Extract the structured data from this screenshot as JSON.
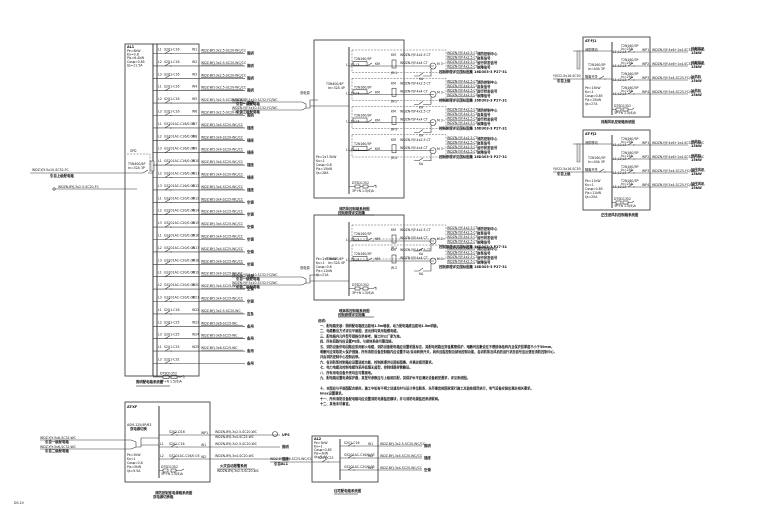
{
  "drawing": {
    "sheet_label": "DS-10",
    "background": "#ffffff",
    "line_color": "#333333"
  },
  "panel_main": {
    "name": "AL1",
    "specs": [
      "Pe=8kW",
      "Kx=0.8",
      "Pjs=6.4kW",
      "Cosφ=0.85",
      "Ijs=11.5A"
    ],
    "incoming": [
      "WDZ-YJY-5x10-SC32-FC",
      "引自上级配电箱"
    ],
    "incoming2": "WDZN-BYJ-3x2.5-SC20-FC",
    "main_breaker": "T5N400/4P",
    "main_breaker_rating": "In=32A 3P",
    "spd": "SPD",
    "title": "照明配电箱系统图",
    "circuits": [
      {
        "phase": "L1",
        "breaker": "S201-C16",
        "id": "W1",
        "cable": "WDZ-BYJ-3x2.5-SC20-WC/CC",
        "use": "照明"
      },
      {
        "phase": "L2",
        "breaker": "S201-C16",
        "id": "W2",
        "cable": "WDZ-BYJ-3x2.5-SC20-WC/CC",
        "use": "照明"
      },
      {
        "phase": "L3",
        "breaker": "S201-C16",
        "id": "W3",
        "cable": "WDZ-BYJ-3x2.5-SC20-WC/CC",
        "use": "照明"
      },
      {
        "phase": "L1",
        "breaker": "S201-C16",
        "id": "W4",
        "cable": "WDZ-BYJ-3x2.5-SC20-WC/CC",
        "use": "照明"
      },
      {
        "phase": "L2",
        "breaker": "S201-C16",
        "id": "W5",
        "cable": "WDZ-BYJ-3x2.5-SC20-WC/CC",
        "use": "照明"
      },
      {
        "phase": "L3",
        "breaker": "S201-C16",
        "id": "W6",
        "cable": "WDZ-BYJ-3x2.5-SC20-WC/CC",
        "use": "照明"
      },
      {
        "phase": "L1",
        "breaker": "GS201AC-C16/0.03",
        "id": "W7",
        "cable": "WDZ-BYJ-3x4-SC20-WC/CC",
        "use": "插座"
      },
      {
        "phase": "L2",
        "breaker": "GS201AC-C16/0.03",
        "id": "W8",
        "cable": "WDZ-BYJ-3x4-SC20-WC/CC",
        "use": "插座"
      },
      {
        "phase": "L3",
        "breaker": "GS201AC-C16/0.03",
        "id": "W9",
        "cable": "WDZ-BYJ-3x4-SC20-WC/CC",
        "use": "插座"
      },
      {
        "phase": "L1",
        "breaker": "GS201AC-C16/0.03",
        "id": "W10",
        "cable": "WDZ-BYJ-3x4-SC20-WC/CC",
        "use": "插座"
      },
      {
        "phase": "L2",
        "breaker": "GS201AC-C16/0.03",
        "id": "W11",
        "cable": "WDZ-BYJ-3x4-SC20-WC/CC",
        "use": "插座"
      },
      {
        "phase": "L3",
        "breaker": "GS201AC-C16/0.03",
        "id": "W12",
        "cable": "WDZ-BYJ-3x4-SC20-WC/CC",
        "use": "插座"
      },
      {
        "phase": "L1",
        "breaker": "GS201AC-C20/0.03",
        "id": "W13",
        "cable": "WDZ-BYJ-3x4-SC25-WC/CC",
        "use": "空调"
      },
      {
        "phase": "L2",
        "breaker": "GS201AC-C20/0.03",
        "id": "W14",
        "cable": "WDZ-BYJ-3x4-SC25-WC/CC",
        "use": "空调"
      },
      {
        "phase": "L3",
        "breaker": "GS201AC-C20/0.03",
        "id": "W15",
        "cable": "WDZ-BYJ-3x4-SC25-WC/CC",
        "use": "空调"
      },
      {
        "phase": "L1",
        "breaker": "GS201AC-C20/0.03",
        "id": "W16",
        "cable": "WDZ-BYJ-3x4-SC25-WC/CC",
        "use": "空调"
      },
      {
        "phase": "L2",
        "breaker": "GS201AC-C20/0.03",
        "id": "W17",
        "cable": "WDZ-BYJ-3x4-SC25-WC/CC",
        "use": "空调"
      },
      {
        "phase": "L3",
        "breaker": "GS201AC-C20/0.03",
        "id": "W18",
        "cable": "WDZ-BYJ-3x4-SC25-WC/CC",
        "use": "空调"
      },
      {
        "phase": "L1",
        "breaker": "GS201AC-C20/0.03",
        "id": "W19",
        "cable": "WDZ-BYJ-3x4-SC25-WC/CC",
        "use": "空调"
      },
      {
        "phase": "L2",
        "breaker": "GS201AC-C20/0.03",
        "id": "W20",
        "cable": "WDZ-BYJ-3x4-SC25-WC/CC",
        "use": "空调"
      },
      {
        "phase": "L3",
        "breaker": "GS201AC-C20/0.03",
        "id": "W21",
        "cable": "WDZ-BYJ-3x4-SC25-WC/CC",
        "use": "空调"
      },
      {
        "phase": "L1",
        "breaker": "S201-C16",
        "id": "W22",
        "cable": "WDZ-BYJ-3x2.5-SC20-WC",
        "use": "应急"
      },
      {
        "phase": "L2",
        "breaker": "S201-C25",
        "id": "W23",
        "cable": "WDZ-BYJ-3x6-SC25-WC",
        "use": "备用"
      },
      {
        "phase": "L3",
        "breaker": "S201-C25",
        "id": "W24",
        "cable": "WDZ-BYJ-3x6-SC25-WC",
        "use": "备用"
      },
      {
        "phase": "L1",
        "breaker": "S201-C25",
        "id": "W25",
        "cable": "WDZ-BYJ-3x6-SC25-WC",
        "use": "备用"
      },
      {
        "phase": "L3",
        "breaker": "S201-C32",
        "id": "",
        "cable": "",
        "use": "备用"
      }
    ],
    "meter": "DTSD1352",
    "meter_ct": "3P+N 1.5(6)A"
  },
  "panel_pump1": {
    "name": "AP1",
    "specs": [
      "Pe=2x7.5kW",
      "Kx=1",
      "Cosφ=0.8",
      "Pjs=15kW",
      "Ijs=28A"
    ],
    "atse": "T5N400/4P",
    "atse_rating": "Ie=32A 4P",
    "incoming": [
      {
        "cable": "WDZN-YJY-5x10-SC32-FC/WC",
        "note": "引自一级配电箱"
      },
      {
        "cable": "WDZN-YJY-5x10-SC32-FC/WC",
        "note": "引自二级配电箱"
      }
    ],
    "title": "消防泵控制箱系统图",
    "subtitle": "控制原理详见图集",
    "groups": [
      {
        "phase": "L1,L2,L3",
        "breaker": "T2N160/3P",
        "contactor": "KM",
        "relay": "JR-1",
        "motor": "M 3~",
        "cable1": "WDZN-YJY-4x2.5 CT",
        "cable2": "WDZN-YJY-4x4 CT",
        "ctrl": "KA",
        "notes": [
          "消防控制中心",
          "启泵信号",
          "运行状态信号",
          "故障信号",
          "控制原理详见国标图集 16D303-3 P27-31"
        ]
      },
      {
        "phase": "L1,L2,L3",
        "breaker": "T2N160/3P",
        "contactor": "KM",
        "relay": "JR-2",
        "motor": "M 3~",
        "cable1": "WDZN-YJY-4x2.5 CT",
        "cable2": "WDZN-YJY-4x4 CT",
        "ctrl": "KA",
        "notes": [
          "消防控制中心",
          "启泵信号",
          "运行状态信号",
          "故障信号",
          "控制原理详见国标图集 16D303-3 P27-31"
        ]
      },
      {
        "phase": "L1,L2,L3",
        "breaker": "T2N160/3P",
        "contactor": "KM",
        "relay": "JR-3",
        "motor": "M 3~",
        "cable1": "WDZN-YJY-4x2.5 CT",
        "cable2": "WDZN-YJY-4x4 CT",
        "ctrl": "KA",
        "notes": [
          "消防控制中心",
          "启泵信号",
          "运行状态信号",
          "故障信号",
          "控制原理详见国标图集 16D303-3 P27-31"
        ]
      },
      {
        "phase": "L1,L2,L3",
        "breaker": "T2N160/3P",
        "contactor": "KM",
        "relay": "JR-4",
        "motor": "M 3~",
        "cable1": "WDZN-YJY-4x2.5 CT",
        "cable2": "WDZN-YJY-4x4 CT",
        "ctrl": "KA",
        "notes": [
          "消防控制中心",
          "启泵信号",
          "运行状态信号",
          "故障信号",
          "控制原理详见国标图集 16D303-3 P27-31"
        ]
      }
    ],
    "meter": "DTSD1352"
  },
  "panel_pump2": {
    "name": "AP2",
    "specs": [
      "Pe=2x5.5kW",
      "Kx=1",
      "Cosφ=0.8",
      "Pjs=11kW",
      "Ijs=21A"
    ],
    "atse": "T5N400/4P",
    "atse_rating": "Ie=32A 4P",
    "incoming": [
      {
        "cable": "WDZN-YJY-5x10-SC32-FC/WC",
        "note": "引自一级配电箱"
      },
      {
        "cable": "WDZN-YJY-5x10-SC32-FC/WC",
        "note": "引自二级配电箱"
      }
    ],
    "title": "喷淋泵控制箱系统图",
    "subtitle": "控制原理详见图集",
    "groups": [
      {
        "phase": "L1,L2,L3",
        "breaker": "T2N160/3P",
        "contactor": "KM",
        "relay": "JR-1",
        "motor": "M 3~",
        "cable1": "WDZN-YJY-4x2.5 CT",
        "cable2": "WDZN-YJY-4x4 CT",
        "ctrl": "KA",
        "notes": [
          "消防控制中心",
          "启泵信号",
          "运行状态信号",
          "故障信号",
          "控制原理详见国标图集 16D303-3 P27-31"
        ]
      },
      {
        "phase": "L1,L2,L3",
        "breaker": "T2N160/3P",
        "contactor": "KM",
        "relay": "JR-2",
        "motor": "M 3~",
        "cable1": "WDZN-YJY-4x2.5 CT",
        "cable2": "WDZN-YJY-4x4 CT",
        "ctrl": "KA",
        "notes": [
          "消防控制中心",
          "启泵信号",
          "运行状态信号",
          "故障信号",
          "控制原理详见国标图集 16D303-3 P27-31"
        ]
      }
    ],
    "meter": "DTSD1352"
  },
  "panel_fan1": {
    "name": "AT-FJ1",
    "incoming": [
      "YJV22-5x16-SC50",
      "引自上级"
    ],
    "fire_signal": "消防联动",
    "main_breaker": "T2N160/3P",
    "main_rating": "In=40A 3P",
    "main_switch_label": "隔离开关",
    "specs": [
      "Pe=15kW",
      "Kx=1",
      "Cosφ=0.85",
      "Pjs=15kW",
      "Ijs=27A"
    ],
    "title": "排烟风机控制箱系统图",
    "circuits": [
      {
        "phase": "L1,L2,L3",
        "breaker": "T2N160/3P",
        "id": "WP1",
        "cable": "WDZN-YJY-4x6+1x4-SC32-FC/WC",
        "use": "排烟风机"
      },
      {
        "phase": "L1,L2,L3",
        "breaker": "T2N160/3P",
        "id": "WP2",
        "cable": "WDZN-YJY-4x6+1x4-SC32-FC/WC",
        "use": "排烟风机"
      },
      {
        "phase": "L1,L2,L3",
        "breaker": "T2N160/3P",
        "id": "WP3",
        "cable": "WDZN-YJY-5x4-SC25-FC/WC",
        "use": "补风机"
      },
      {
        "phase": "L1,L2,L3",
        "breaker": "T2N160/3P",
        "id": "WP4",
        "cable": "WDZN-YJY-5x4-SC25-FC/WC",
        "use": "补风机"
      }
    ],
    "meter": "DTSD1352"
  },
  "panel_fan2": {
    "name": "AT-FJ2",
    "incoming": [
      "YJV22-5x16-SC50",
      "引自上级"
    ],
    "fire_signal": "消防联动",
    "main_breaker": "T2N160/3P",
    "main_rating": "In=40A 3P",
    "main_switch_label": "隔离开关",
    "specs": [
      "Pe=11kW",
      "Kx=1",
      "Cosφ=0.85",
      "Pjs=11kW",
      "Ijs=20A"
    ],
    "title": "正压送风机控制箱系统图",
    "circuits": [
      {
        "phase": "L1,L2,L3",
        "breaker": "T2N160/3P",
        "id": "WP1",
        "cable": "WDZN-YJY-4x6+1x4-SC32-FC/WC",
        "use": "送风机"
      },
      {
        "phase": "L1,L2,L3",
        "breaker": "T2N160/3P",
        "id": "WP2",
        "cable": "WDZN-YJY-4x6+1x4-SC32-FC/WC",
        "use": "送风机"
      },
      {
        "phase": "L1,L2,L3",
        "breaker": "T2N160/3P",
        "id": "WP3",
        "cable": "WDZN-YJY-5x4-SC25-FC/WC",
        "use": "加压风机"
      },
      {
        "phase": "L1,L2,L3",
        "breaker": "T2N160/3P",
        "id": "WP4",
        "cable": "WDZN-YJY-5x4-SC25-FC/WC",
        "use": "加压风机"
      }
    ],
    "meter": "DTSD1352"
  },
  "panel_dual": {
    "name": "AT-XF",
    "atse": "ASM-125/4P/63",
    "atse_label": "双电源切换",
    "incoming": [
      {
        "cable": "WDZ-YJY-5x6-SC32-WC",
        "note": "引自一级配电箱"
      },
      {
        "cable": "WDZ-YJY-5x6-SC32-WC",
        "note": "引自二级配电箱"
      }
    ],
    "specs": [
      "Pe=5kW",
      "Kx=1",
      "Cosφ=0.8",
      "Pjs=5kW",
      "Ijs=9.5A"
    ],
    "title": "消防控制室电源箱系统图",
    "subtitle": "双电源切换箱",
    "circuits": [
      {
        "phase": "",
        "breaker": "S202-D16",
        "id": "WP1",
        "cable": "WDZN-BYJ-3x2.5-SC20-WC",
        "cable2": "WDZN-BYJ-3x4-SC25-WC",
        "use": "UPS"
      },
      {
        "phase": "L1",
        "breaker": "S201-C16",
        "id": "W1",
        "cable": "WDZN-BYJ-3x2.5-SC20-WC",
        "use": "照明"
      },
      {
        "phase": "L2",
        "breaker": "GS201AC-C16/0.03",
        "id": "W2",
        "cable": "WDZN-BYJ-3x4-SC20-WC",
        "use": "插座"
      }
    ],
    "meter": "DTSD1352",
    "meter_out": [
      "火灾自动报警系统",
      "WDZN-BYJ-3x2.5-SC20-WC"
    ]
  },
  "panel_small": {
    "name": "AL2",
    "specs": [
      "Pe=3kW",
      "Kx=1",
      "Cosφ=0.85",
      "Pjs=3kW",
      "Ijs=5.4A"
    ],
    "incoming": [
      "WDZ-BYJ-3x6-SC25-WC/CC",
      "引自AL1"
    ],
    "main_breaker": "S201-C25",
    "title": "住宅配电箱系统图",
    "circuits": [
      {
        "breaker": "S201-C16",
        "id": "W1",
        "cable": "WDZ-BYJ-3x2.5-SC20-WC/CC",
        "use": "照明"
      },
      {
        "breaker": "GS201AC-C16/0.03",
        "id": "W2",
        "cable": "WDZ-BYJ-3x4-SC20-WC/CC",
        "use": "插座"
      },
      {
        "breaker": "GS201AC-C20/0.03",
        "id": "W3",
        "cable": "WDZ-BYJ-3x4-SC20-WC/CC",
        "use": "空调"
      }
    ]
  },
  "notes": {
    "heading": "说明：",
    "lines": [
      "一、配电箱安装：照明配电箱底边距地1.5m暗装，动力配电箱底边距地1.5m明装。",
      "二、电缆敷设方式详见平面图，进出线均采用阻燃电缆。",
      "三、配电箱内元件型号规格仅供参考，施工时以厂家为准。",
      "四、所有回路均应设置PE线，与接地系统可靠连接。",
      "五、消防设备供电回路应采用耐火电缆，消防设备配电箱应设置明显标志，其配电线路应穿金属管保护，暗敷时应敷设在不燃烧体结构内且保护层厚度不小于30mm，",
      "明敷时应采取防火保护措施，所有消防设备控制箱内应设置手动/自动转换开关，具有远程控制及就地控制功能，各消防泵及风机的运行状态信号应反馈至消防控制中心，",
      "并由消防控制中心控制启停。",
      "六、各消防泵控制箱应设置巡检功能，控制原理详见国标图集，并满足规范要求。",
      "七、电力电缆及控制电缆均采用低烟无卤型，控制线路穿管敷设。",
      "八、所有用电设备外壳均应可靠接地。",
      "九、配电箱设置电涌保护器，其型号参数应与上级相匹配，其保护水平应满足设备耐受要求，详见系统图。",
      "",
      "十、本图应与平面图配合使用，施工中如有不明之处请及时与设计单位联系，未尽事宜按国家现行施工及验收规范执行，电气设备安装应满足相关要求。",
      "Imax设置要求。",
      "十一、所有消防设备配电箱均应设置消防电源监控模块，并与消防电源监控系统联网。",
      "十二、其他未尽事宜。"
    ]
  }
}
